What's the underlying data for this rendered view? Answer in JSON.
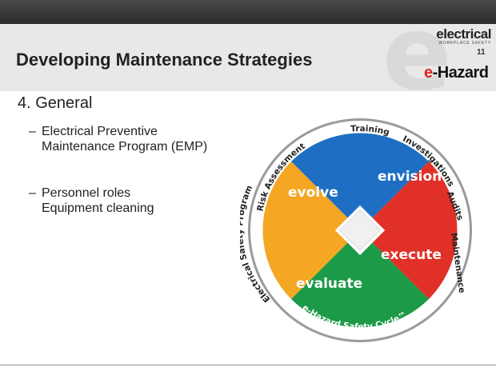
{
  "logo": {
    "brand": "electrical",
    "tagline": "WORKPLACE SAFETY",
    "mark_e": "e",
    "mark_rest": "-Hazard",
    "bg_letter": "e"
  },
  "slide": {
    "title": "Developing Maintenance Strategies",
    "page_number": "11"
  },
  "content": {
    "heading": "4.  General",
    "bullets": [
      {
        "dash": "–",
        "text": "Electrical Preventive Maintenance Program (EMP)"
      },
      {
        "dash": "–",
        "text": "Personnel roles Equipment cleaning"
      }
    ]
  },
  "cycle": {
    "quadrants": {
      "envision": "envision",
      "execute": "execute",
      "evaluate": "evaluate",
      "evolve": "evolve"
    },
    "ring_labels": {
      "risk": "Risk Assessment",
      "training": "Training",
      "investigations": "Investigations",
      "audits": "Audits",
      "maintenance": "Maintenance",
      "program": "Electrical Safety Program",
      "cycle_name": "e-Hazard Safety Cycle™"
    },
    "colors": {
      "blue": "#1e6fc3",
      "red": "#e03028",
      "green": "#1c9a48",
      "orange": "#f5a623",
      "ring": "#8f8f8f"
    }
  }
}
